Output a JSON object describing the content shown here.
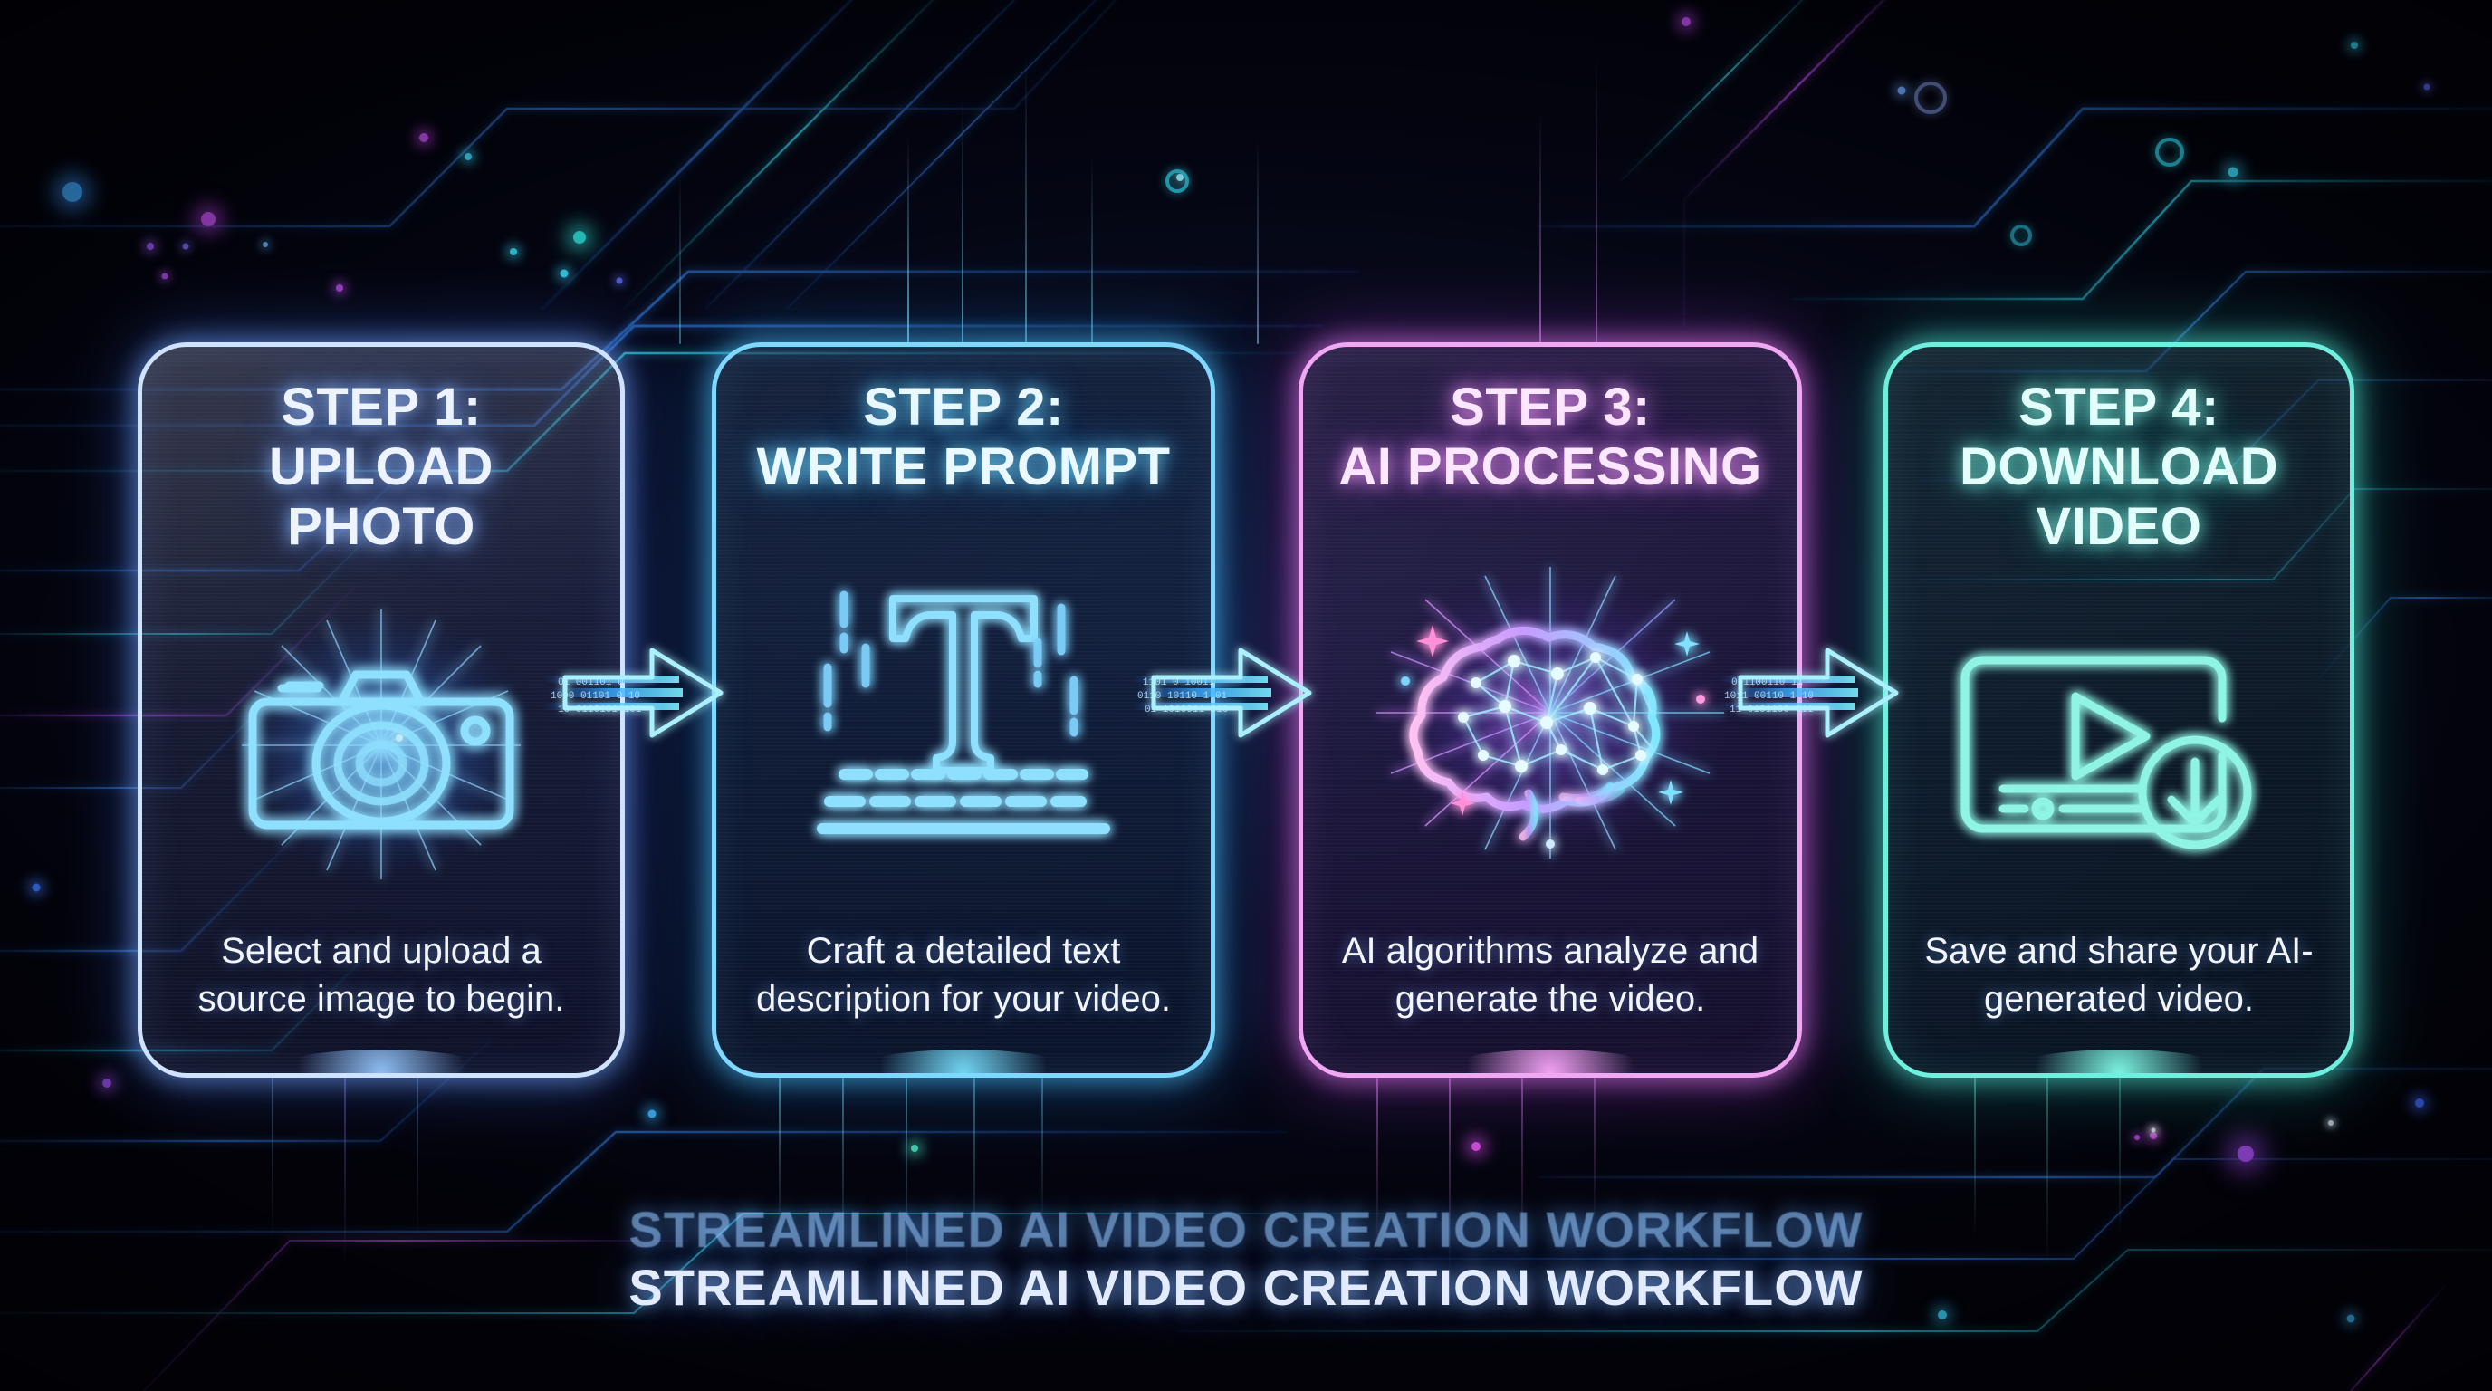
{
  "poster": {
    "caption_ghost": "STREAMLINED AI VIDEO CREATION WORKFLOW",
    "caption_main": "STREAMLINED AI VIDEO CREATION WORKFLOW"
  },
  "colors": {
    "background": "#04040d",
    "card1_accent": "#cfe3ff",
    "card2_accent": "#7fd8ff",
    "card3_accent": "#f0a8f5",
    "card4_accent": "#6ff0df",
    "arrow_accent": "#7ee8ff"
  },
  "steps": [
    {
      "title": "STEP 1:\nUPLOAD PHOTO",
      "title_line1": "STEP 1:",
      "title_line2": "UPLOAD PHOTO",
      "description": "Select and upload a source image to begin.",
      "icon": "camera-icon",
      "accent": "#cfe3ff"
    },
    {
      "title": "STEP 2:\nWRITE PROMPT",
      "title_line1": "STEP 2:",
      "title_line2": "WRITE PROMPT",
      "description": "Craft a detailed text description for your video.",
      "icon": "text-prompt-icon",
      "accent": "#7fd8ff"
    },
    {
      "title": "STEP 3:\nAI PROCESSING",
      "title_line1": "STEP 3:",
      "title_line2": "AI PROCESSING",
      "description": "AI algorithms analyze and generate the video.",
      "icon": "brain-network-icon",
      "accent": "#f0a8f5"
    },
    {
      "title": "STEP 4:\nDOWNLOAD VIDEO",
      "title_line1": "STEP 4:",
      "title_line2": "DOWNLOAD VIDEO",
      "description": "Save and share your AI-generated video.",
      "icon": "video-download-icon",
      "accent": "#6ff0df"
    }
  ],
  "arrows": [
    {
      "name": "arrow-step1-to-step2",
      "direction": "right"
    },
    {
      "name": "arrow-step2-to-step3",
      "direction": "right"
    },
    {
      "name": "arrow-step3-to-step4",
      "direction": "right"
    }
  ]
}
